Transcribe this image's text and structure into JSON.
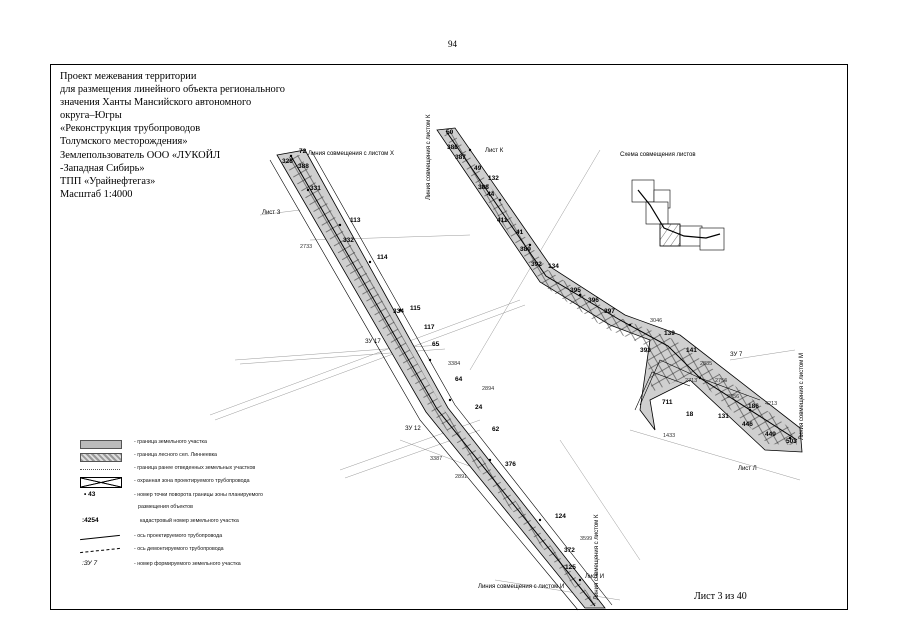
{
  "page_number": "94",
  "title_lines": [
    "Проект межевания территории",
    "для размещения линейного объекта регионального",
    "значения Ханты Мансийского автономного",
    "округа–Югры",
    "«Реконструкция трубопроводов",
    "Толумского месторождения»",
    "Землепользователь ООО «ЛУКОЙЛ",
    "-Западная Сибирь»",
    "ТПП «Урайнефтегаз»",
    " Масштаб 1:4000"
  ],
  "map": {
    "scheme_title": "Схема совмещения листов",
    "match_line_x": "Линия совмещения с листом Х",
    "match_line_i": "Линия совмещения с листом И",
    "match_line_k_upper": "Линия совмещения с листом К",
    "match_line_k_lower": "Линия совмещения с листом К",
    "match_line_m": "Линия совмещения с листом М",
    "sheet_z": "Лист З",
    "sheet_k": "Лист К",
    "sheet_i": "Лист И",
    "sheet_l": "Лист Л",
    "plot_zu17": "ЗУ 17",
    "plot_zu12": "ЗУ 12",
    "plot_zu7": "ЗУ 7",
    "parcels": [
      "2733",
      "3384",
      "2894",
      "3387",
      "2891",
      "3599",
      "3046",
      "2885",
      "2713",
      "2756",
      "4213",
      "3256",
      "1433"
    ],
    "points_left": [
      "72",
      "328",
      "388",
      "331",
      "113",
      "332",
      "114",
      "115",
      "334",
      "117",
      "65",
      "64",
      "24",
      "62",
      "376",
      "124",
      "372",
      "125"
    ],
    "points_right": [
      "50",
      "386",
      "387",
      "49",
      "132",
      "388",
      "44",
      "411",
      "41",
      "389",
      "134",
      "392",
      "395",
      "396",
      "397",
      "139",
      "393",
      "141",
      "711",
      "18",
      "131",
      "186",
      "446",
      "449",
      "503"
    ]
  },
  "legend": {
    "items": [
      {
        "symbol": "",
        "text": "- граница земельного участка"
      },
      {
        "symbol": "",
        "text": "- граница лесного сел. Линнеевка"
      },
      {
        "symbol": "",
        "text": "- граница ранее отведенных земельных участков"
      },
      {
        "symbol": "",
        "text": "- охранная зона проектируемого трубопровода"
      },
      {
        "symbol": "• 43",
        "text": "- номер точки поворота границы зоны планируемого"
      },
      {
        "symbol": "",
        "text": "размещения объектов"
      },
      {
        "symbol": ":4254",
        "text": "кадастровый номер земельного участка"
      },
      {
        "symbol": "",
        "text": "- ось проектируемого трубопровода"
      },
      {
        "symbol": "",
        "text": "- ось демонтируемого трубопровода"
      },
      {
        "symbol": ":ЗУ 7",
        "text": "- номер формируемого земельного участка"
      }
    ]
  },
  "sheet_note": "Лист 3 из 40"
}
